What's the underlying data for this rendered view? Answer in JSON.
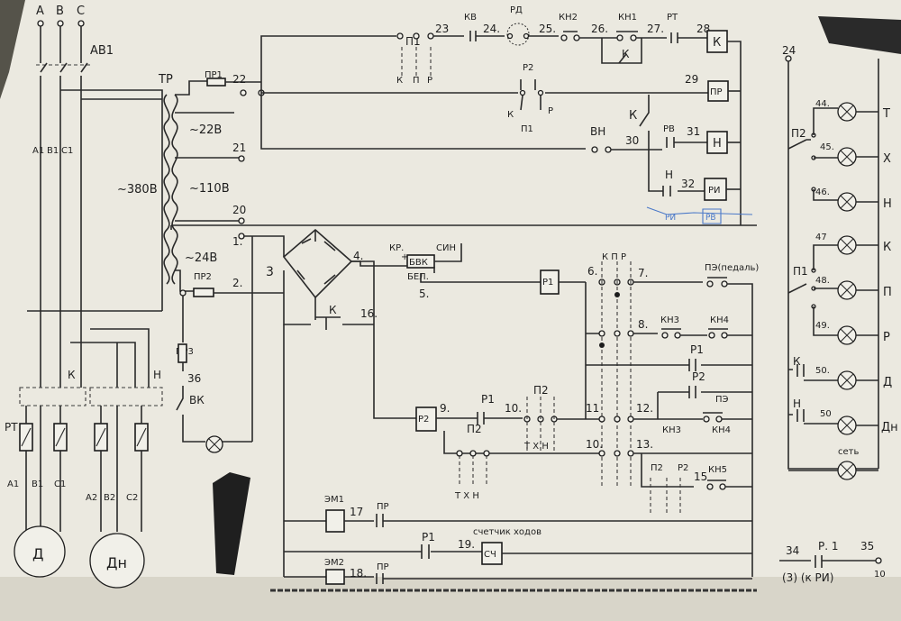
{
  "phases": [
    "A",
    "B",
    "C"
  ],
  "breaker": "АВ1",
  "transformer": {
    "name": "ТР",
    "primary": "~380В",
    "taps": [
      "~22В",
      "~110В",
      "~24В"
    ]
  },
  "motor_terminals": {
    "main": [
      "A1",
      "B1",
      "C1"
    ],
    "aux": [
      "A2",
      "B2",
      "C2"
    ]
  },
  "relay_labels": {
    "pt": "РТ",
    "k": "К",
    "n": "Н"
  },
  "motors": {
    "main": "Д",
    "aux": "Дн"
  },
  "fuses": {
    "pr1": "ПР1",
    "pr2": "ПР2",
    "pr3": "ПР3"
  },
  "vk": "ВК",
  "nodes": {
    "n22": "22",
    "n21": "21",
    "n20": "20",
    "n1": "1.",
    "n2": "2.",
    "n3": "3",
    "n4": "4.",
    "n5": "5.",
    "n16": "16.",
    "n36": "36",
    "n23": "23",
    "n24": "24.",
    "n25": "25.",
    "n26": "26.",
    "n27": "27.",
    "n28": "28.",
    "n29": "29",
    "n30": "30",
    "n31": "31",
    "n32": "32",
    "n6": "6.",
    "n7": "7.",
    "n8": "8.",
    "n9": "9.",
    "n10": "10.",
    "n11": "11",
    "n12": "12.",
    "n10b": "10.",
    "n13": "13.",
    "n15": "15",
    "n17": "17",
    "n18": "18.",
    "n19": "19.",
    "n34": "34",
    "n35": "35",
    "n10c": "10"
  },
  "top_row": {
    "p1": "П1",
    "kv": "КВ",
    "rd": "РД",
    "kn2": "КН2",
    "kn1": "КН1",
    "rt": "РТ",
    "k_coil": "К",
    "kpr": "П Р",
    "k_sub": "К",
    "p_sub": "П",
    "r_sub": "Р"
  },
  "row_p2": {
    "r2": "Р2",
    "k": "К",
    "p1": "П1",
    "r": "Р",
    "pr_coil": "ПР"
  },
  "row_vn": {
    "vn": "ВН",
    "k": "К",
    "rv": "РВ",
    "h_coil": "Н"
  },
  "row_ri": {
    "h": "Н",
    "ri_coil": "РИ"
  },
  "blue_notes": {
    "a": "РИ",
    "b": "РВ"
  },
  "bridge": {
    "k": "К",
    "bvk": "БВК",
    "kr": "КР.",
    "sin": "СИН",
    "bel": "БЕЛ.",
    "plus": "+",
    "minus": "−"
  },
  "right_ctrl": {
    "r1_coil": "Р1",
    "kpr": "К П Р",
    "pe": "ПЭ(педаль)",
    "kn3": "КН3",
    "kn4": "КН4",
    "r1": "Р1",
    "r2": "Р2",
    "pe2": "ПЭ",
    "kn3b": "КН3",
    "kn4b": "КН4",
    "p2": "П2",
    "r2b": "Р2",
    "kn5": "КН5"
  },
  "row_r2": {
    "r2_coil": "Р2",
    "p1": "Р1",
    "p2": "П2",
    "p2b": "П2",
    "txh": "Т Х Н",
    "txh2": "Т Х Н"
  },
  "em": {
    "em1": "ЭМ1",
    "em2": "ЭМ2",
    "pr": "ПР",
    "pr2": "ПР",
    "p1": "Р1",
    "sch": "СЧ",
    "counter": "счетчик ходов"
  },
  "lamps": {
    "l44": "44.",
    "l45": "45.",
    "l46": "46.",
    "l47": "47",
    "l48": "48.",
    "l49": "49.",
    "l50": "50.",
    "l51": "50",
    "net": "сеть",
    "t": "Т",
    "x": "Х",
    "h": "Н",
    "k": "К",
    "p": "П",
    "r": "Р",
    "d": "Д",
    "dn": "Дн"
  },
  "lamp_ctrl": {
    "n24": "24",
    "p2": "П2",
    "p1": "П1",
    "k": "К",
    "h": "Н"
  },
  "bottom_right": {
    "k_ri": "(3) (к РИ)",
    "p1": "Р. 1"
  }
}
